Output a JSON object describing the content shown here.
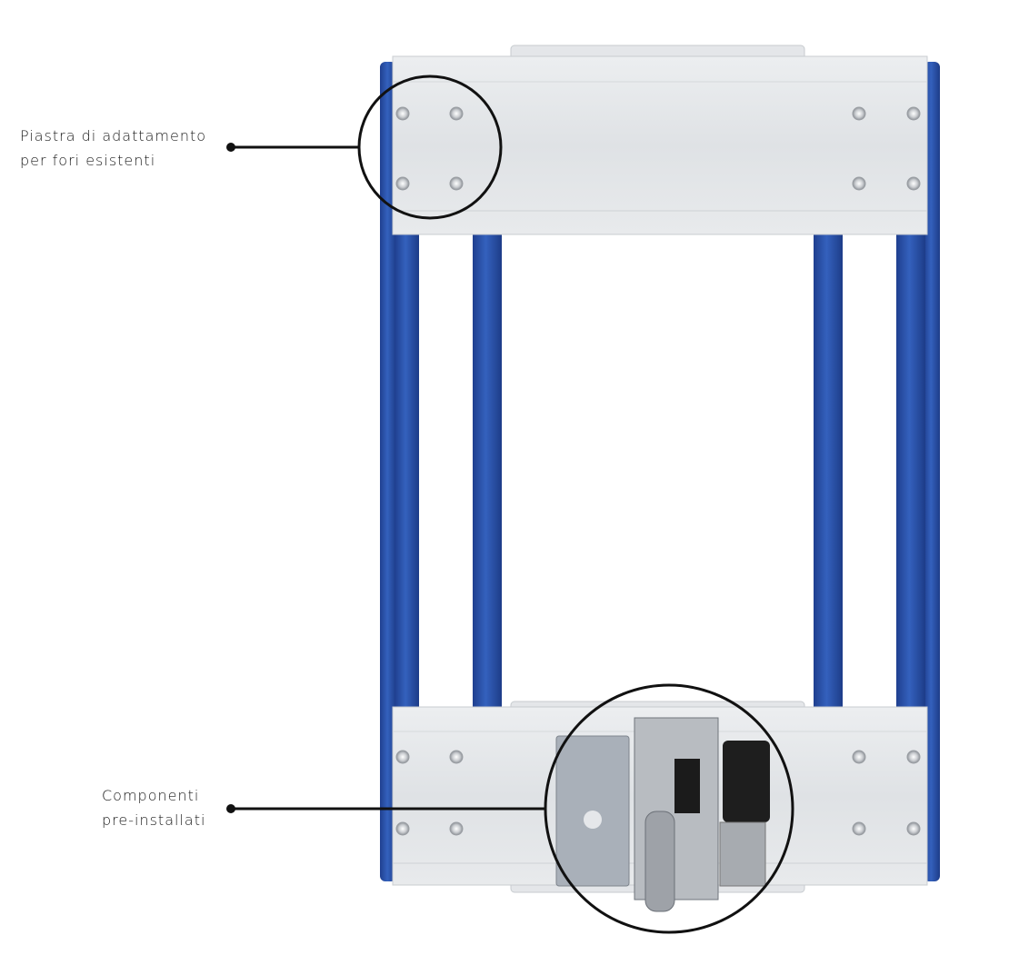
{
  "callouts": [
    {
      "lines": [
        "Piastra di adattamento",
        "per fori esistenti"
      ]
    },
    {
      "lines": [
        "Componenti",
        "pre-installati"
      ]
    }
  ],
  "colors": {
    "frame_blue": "#2d55a8",
    "plate_gray": "#dfe2e5",
    "callout_line": "#111111"
  }
}
